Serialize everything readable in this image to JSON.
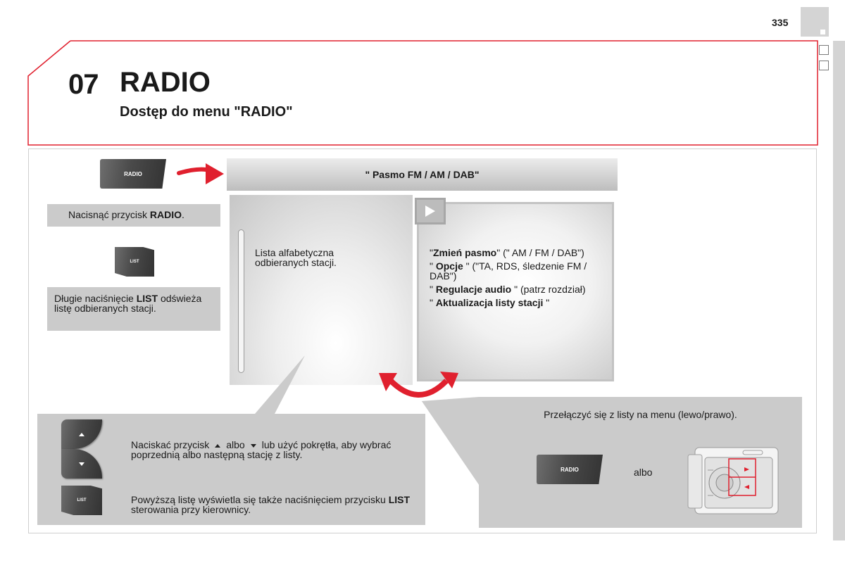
{
  "page": {
    "number": "335",
    "chapter_number": "07",
    "chapter_title": "RADIO",
    "subtitle": "Dostęp do menu \"RADIO\""
  },
  "left_column": {
    "radio_key_label": "RADIO",
    "radio_caption_pre": "Nacisnąć przycisk ",
    "radio_caption_bold": "RADIO",
    "radio_caption_post": ".",
    "list_key_label": "LIST",
    "list_caption_pre": "Długie naciśnięcie ",
    "list_caption_bold": "LIST",
    "list_caption_post": " odświeża listę odbieranych stacji."
  },
  "screen": {
    "title": "\" Pasmo FM / AM / DAB\"",
    "left_pane_text": "Lista alfabetyczna odbieranych stacji.",
    "menu": [
      {
        "pre": "\"",
        "bold": "Zmień pasmo",
        "post": "\" (\" AM / FM / DAB\")"
      },
      {
        "pre": "\" ",
        "bold": "Opcje",
        "post": " \" (\"TA, RDS, śledzenie FM / DAB\")"
      },
      {
        "pre": "\" ",
        "bold": "Regulacje audio",
        "post": " \" (patrz rozdział)"
      },
      {
        "pre": "\" ",
        "bold": "Aktualizacja listy stacji",
        "post": " \""
      }
    ]
  },
  "bottom_left": {
    "arrows_text_pre": "Naciskać przycisk",
    "arrows_text_mid": "albo",
    "arrows_text_post": "lub użyć pokrętła, aby wybrać poprzednią albo następną stację z listy.",
    "list_key_label": "LIST",
    "list_text_pre": "Powyższą listę wyświetla się także naciśnięciem przycisku ",
    "list_text_bold": "LIST",
    "list_text_post": " sterowania przy kierownicy."
  },
  "bottom_right": {
    "caption": "Przełączyć się z listy na menu (lewo/prawo).",
    "radio_key_label": "RADIO",
    "or_label": "albo"
  },
  "colors": {
    "accent_red": "#e0202e",
    "panel_gray": "#cbcbcb",
    "key_dark": "#404040"
  }
}
